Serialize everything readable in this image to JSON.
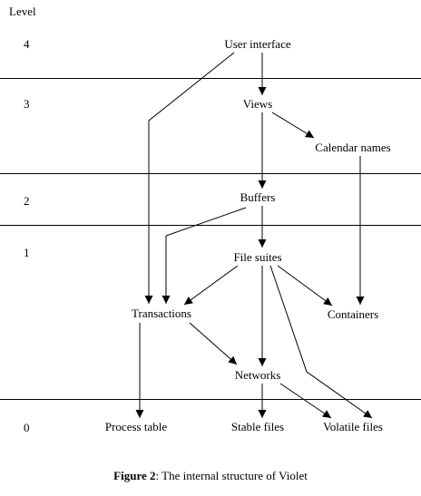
{
  "header": {
    "level_label": "Level"
  },
  "levels": [
    "4",
    "3",
    "2",
    "1",
    "0"
  ],
  "nodes": {
    "user_interface": "User interface",
    "views": "Views",
    "calendar_names": "Calendar names",
    "buffers": "Buffers",
    "file_suites": "File suites",
    "transactions": "Transactions",
    "containers": "Containers",
    "networks": "Networks",
    "process_table": "Process table",
    "stable_files": "Stable files",
    "volatile_files": "Volatile files"
  },
  "caption": {
    "label": "Figure 2",
    "text": ": The internal structure of Violet"
  },
  "colors": {
    "ink": "#000000",
    "background": "#ffffff"
  }
}
